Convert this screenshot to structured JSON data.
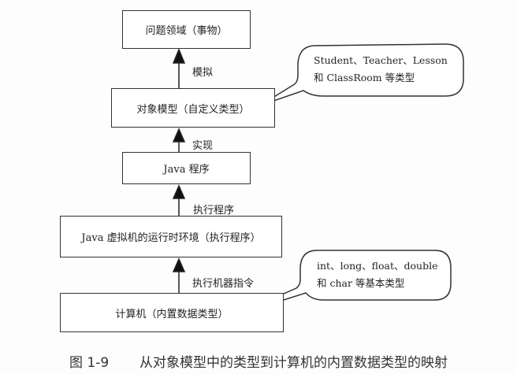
{
  "boxes": {
    "problem_domain": "问题领域（事物）",
    "object_model": "对象模型（自定义类型）",
    "java_program": "Java 程序",
    "jvm": "Java 虚拟机的运行时环境（执行程序）",
    "computer": "计算机（内置数据类型）"
  },
  "arrows": {
    "simulate": "模拟",
    "implement": "实现",
    "execute_program": "执行程序",
    "execute_instructions": "执行机器指令"
  },
  "callouts": {
    "custom_types": [
      "Student、Teacher、Lesson",
      "和 ClassRoom 等类型"
    ],
    "builtin_types": [
      "int、long、float、double",
      "和 char 等基本类型"
    ]
  },
  "caption": {
    "figure_number": "图 1-9",
    "text": "从对象模型中的类型到计算机的内置数据类型的映射"
  }
}
